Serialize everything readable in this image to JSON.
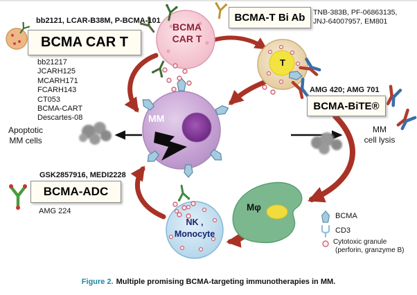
{
  "figure": {
    "caption_prefix": "Figure 2.",
    "caption_text": "Multiple promising BCMA-targeting immunotherapies in MM."
  },
  "car_t_panel": {
    "drugs_header": "bb2121, LCAR-B38M, P-BCMA-101",
    "title": "BCMA CAR T",
    "drug_list": [
      "bb21217",
      "JCARH125",
      "MCARH171",
      "FCARH143",
      "CT053",
      "BCMA-CART",
      "Descartes-08"
    ]
  },
  "car_t_cell": {
    "line1": "BCMA",
    "line2": "CAR T"
  },
  "bi_ab_panel": {
    "title": "BCMA-T Bi Ab",
    "drugs": "TNB-383B, PF-06863135, JNJ-64007957, EM801"
  },
  "t_cell": {
    "label": "T"
  },
  "bite_panel": {
    "drugs_header": "AMG 420; AMG 701",
    "title": "BCMA-BiTE®"
  },
  "mm_cell": {
    "label": "MM"
  },
  "apoptotic": {
    "line1": "Apoptotic",
    "line2": "MM cells"
  },
  "lysis": {
    "line1": "MM",
    "line2": "cell lysis"
  },
  "adc_panel": {
    "drugs_header": "GSK2857916, MEDI2228",
    "title": "BCMA-ADC",
    "drug": "AMG 224"
  },
  "nk_cell": {
    "line1": "NK ,",
    "line2": "Monocyte"
  },
  "macrophage": {
    "label": "Mφ"
  },
  "legend": {
    "bcma": "BCMA",
    "cd3": "CD3",
    "granule_line1": "Cytotoxic granule",
    "granule_line2": "(perforin, granzyme B)"
  },
  "icons": {
    "bcma": "bcma-droplet-icon",
    "cd3": "cd3-fork-icon",
    "granule": "cytotoxic-granule-icon",
    "antibody": "y-antibody-icon"
  },
  "colors": {
    "arrow_red": "#a93226",
    "mm_fill": "#c7a3d4",
    "mm_nucleus": "#621f78",
    "car_t_fill": "#efb3c3",
    "t_fill": "#e0c392",
    "t_center": "#f2e340",
    "nk_fill": "#a9d0e7",
    "macrophage_fill": "#7cb88e",
    "bcma_blue": "#a6cbdf",
    "granule_red": "#cf6678",
    "caption_accent": "#1f86a4"
  }
}
